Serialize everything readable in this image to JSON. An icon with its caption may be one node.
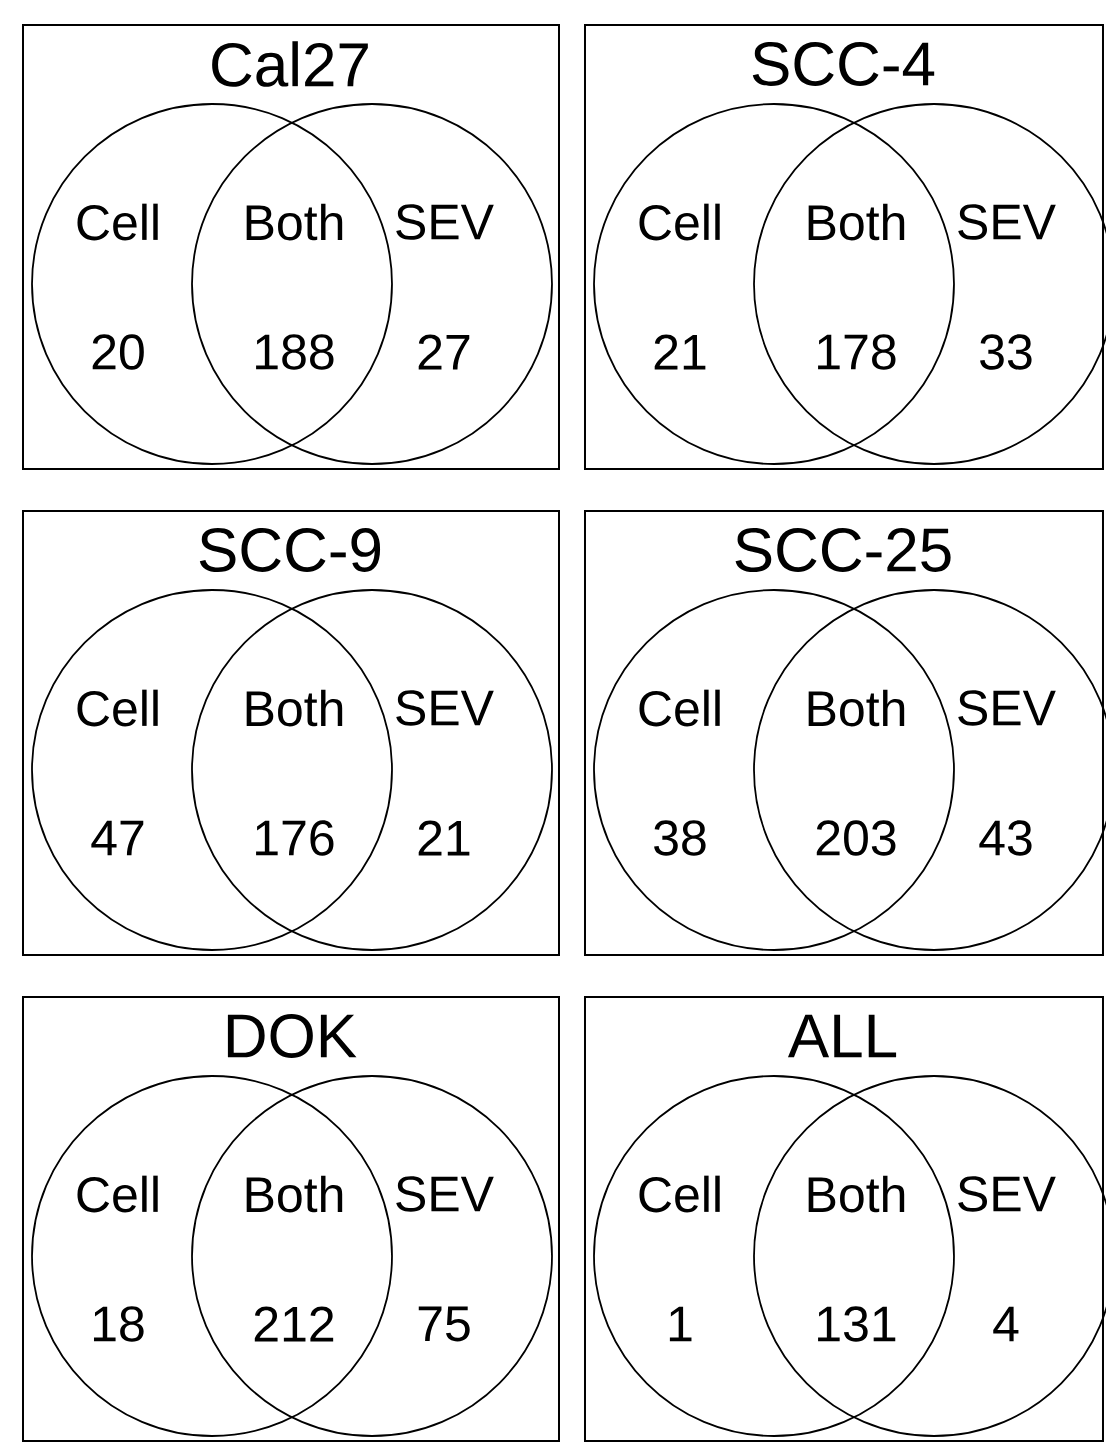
{
  "diagram": {
    "nodes": [
      {
        "text": [
          "Cal27"
        ]
      },
      {
        "text": [],
        "shape": "circle",
        "in": 0
      },
      {
        "text": [],
        "shape": "circle",
        "in": 0
      },
      {
        "text": [
          "SCC-4"
        ]
      },
      {
        "text": [],
        "shape": "circle",
        "in": 3
      },
      {
        "text": [],
        "shape": "circle",
        "in": 3
      },
      {
        "text": [
          "SCC-9"
        ]
      },
      {
        "text": [],
        "shape": "circle",
        "in": 6
      },
      {
        "text": [],
        "shape": "circle",
        "in": 6
      },
      {
        "text": [
          "SCC-25"
        ]
      },
      {
        "text": [],
        "shape": "circle",
        "in": 9
      },
      {
        "text": [],
        "shape": "circle",
        "in": 9
      },
      {
        "text": [
          "DOK"
        ]
      },
      {
        "text": [],
        "shape": "circle",
        "in": 12
      },
      {
        "text": [],
        "shape": "circle",
        "in": 12
      },
      {
        "text": [
          "ALL"
        ]
      },
      {
        "text": [],
        "shape": "circle",
        "in": 15
      },
      {
        "text": [],
        "shape": "circle",
        "in": 15
      }
    ],
    "labels": [
      "Cell",
      "Both",
      "SEV",
      "20",
      "188",
      "27",
      "Cell",
      "Both",
      "SEV",
      "21",
      "178",
      "33",
      "Cell",
      "Both",
      "SEV",
      "47",
      "176",
      "21",
      "Cell",
      "Both",
      "SEV",
      "38",
      "203",
      "43",
      "Cell",
      "Both",
      "SEV",
      "18",
      "212",
      "75",
      "Cell",
      "Both",
      "SEV",
      "1",
      "131",
      "4"
    ]
  }
}
